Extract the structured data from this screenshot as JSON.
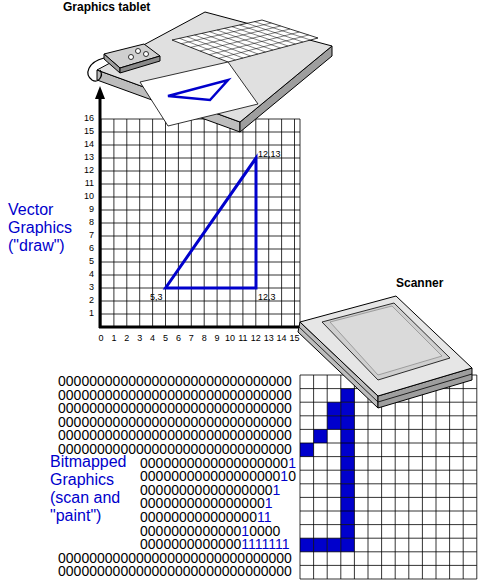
{
  "diagram": {
    "labels": [
      "Graphics tablet",
      "Vector Graphics (\"draw\")",
      "Scanner",
      "Bitmapped Graphics (scan and \"paint\")",
      "16",
      "15",
      "14",
      "13",
      "12",
      "11",
      "10",
      "9",
      "8",
      "7",
      "6",
      "5",
      "4",
      "3",
      "2",
      "1",
      "0",
      "1",
      "2",
      "3",
      "4",
      "5",
      "6",
      "7",
      "8",
      "9",
      "10",
      "11",
      "12",
      "13",
      "14",
      "15",
      "12,13",
      "5,3",
      "12,3",
      "000000000000000000000000000000",
      "000000000000000000000000000000",
      "000000000000000000000000000000",
      "000000000000000000000000000000",
      "000000000000000000000000000000",
      "000000000000000000000000000000",
      "00000000000000000001",
      "00000000000000000010",
      "000000000000000001",
      "00000000000000001",
      "00000000000000011",
      "000000000000010000",
      "00000000000001111111",
      "000000000000000000000000000000",
      "000000000000000000000000000000"
    ]
  }
}
